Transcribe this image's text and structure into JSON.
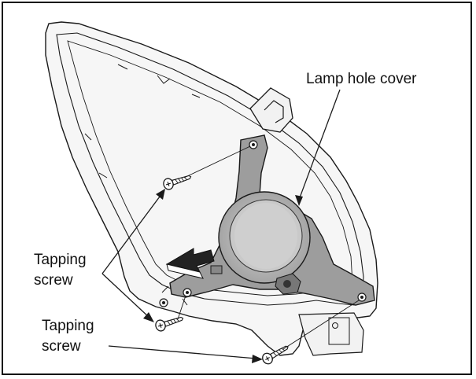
{
  "labels": {
    "lamp_hole_cover": "Lamp hole cover",
    "tapping_screw_1_line1": "Tapping",
    "tapping_screw_1_line2": "screw",
    "tapping_screw_2_line1": "Tapping",
    "tapping_screw_2_line2": "screw"
  },
  "colors": {
    "line": "#1a1a1a",
    "housing_fill": "#f4f4f4",
    "bracket_fill": "#a9a9a9",
    "cover_fill": "#c4c4c4",
    "cover_inner": "#cfcfcf",
    "arrow_fill": "#222222"
  }
}
